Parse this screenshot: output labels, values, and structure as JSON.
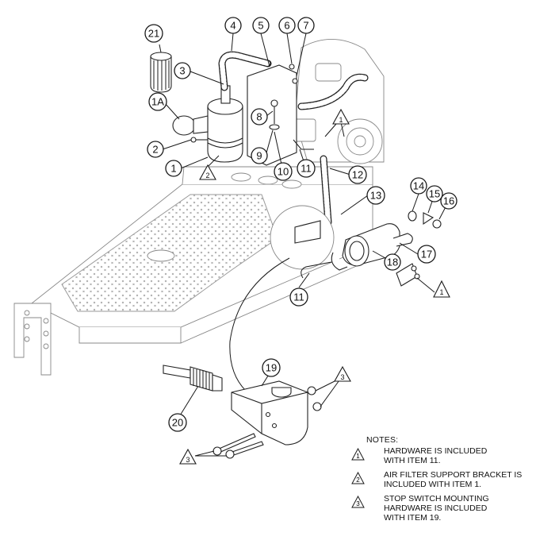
{
  "callouts": {
    "c21": "21",
    "c4": "4",
    "c5": "5",
    "c6": "6",
    "c7": "7",
    "c3": "3",
    "c1a": "1A",
    "c8": "8",
    "c2": "2",
    "c9": "9",
    "c1": "1",
    "c10": "10",
    "c11a": "11",
    "c12": "12",
    "c13": "13",
    "c14": "14",
    "c15": "15",
    "c16": "16",
    "c18": "18",
    "c17": "17",
    "c11b": "11",
    "c19": "19",
    "c20": "20"
  },
  "note_refs": {
    "tri_1_top": "1",
    "tri_2": "2",
    "tri_1_right": "1",
    "tri_3_right": "3",
    "tri_3_left": "3"
  },
  "notes": {
    "title": "NOTES:",
    "items": [
      {
        "ref": "1",
        "line1": "HARDWARE IS INCLUDED",
        "line2": "WITH ITEM 11.",
        "line3": ""
      },
      {
        "ref": "2",
        "line1": "AIR FILTER SUPPORT BRACKET IS",
        "line2": "INCLUDED WITH ITEM 1.",
        "line3": ""
      },
      {
        "ref": "3",
        "line1": "STOP SWITCH MOUNTING",
        "line2": "HARDWARE IS INCLUDED",
        "line3": "WITH ITEM 19."
      }
    ]
  }
}
